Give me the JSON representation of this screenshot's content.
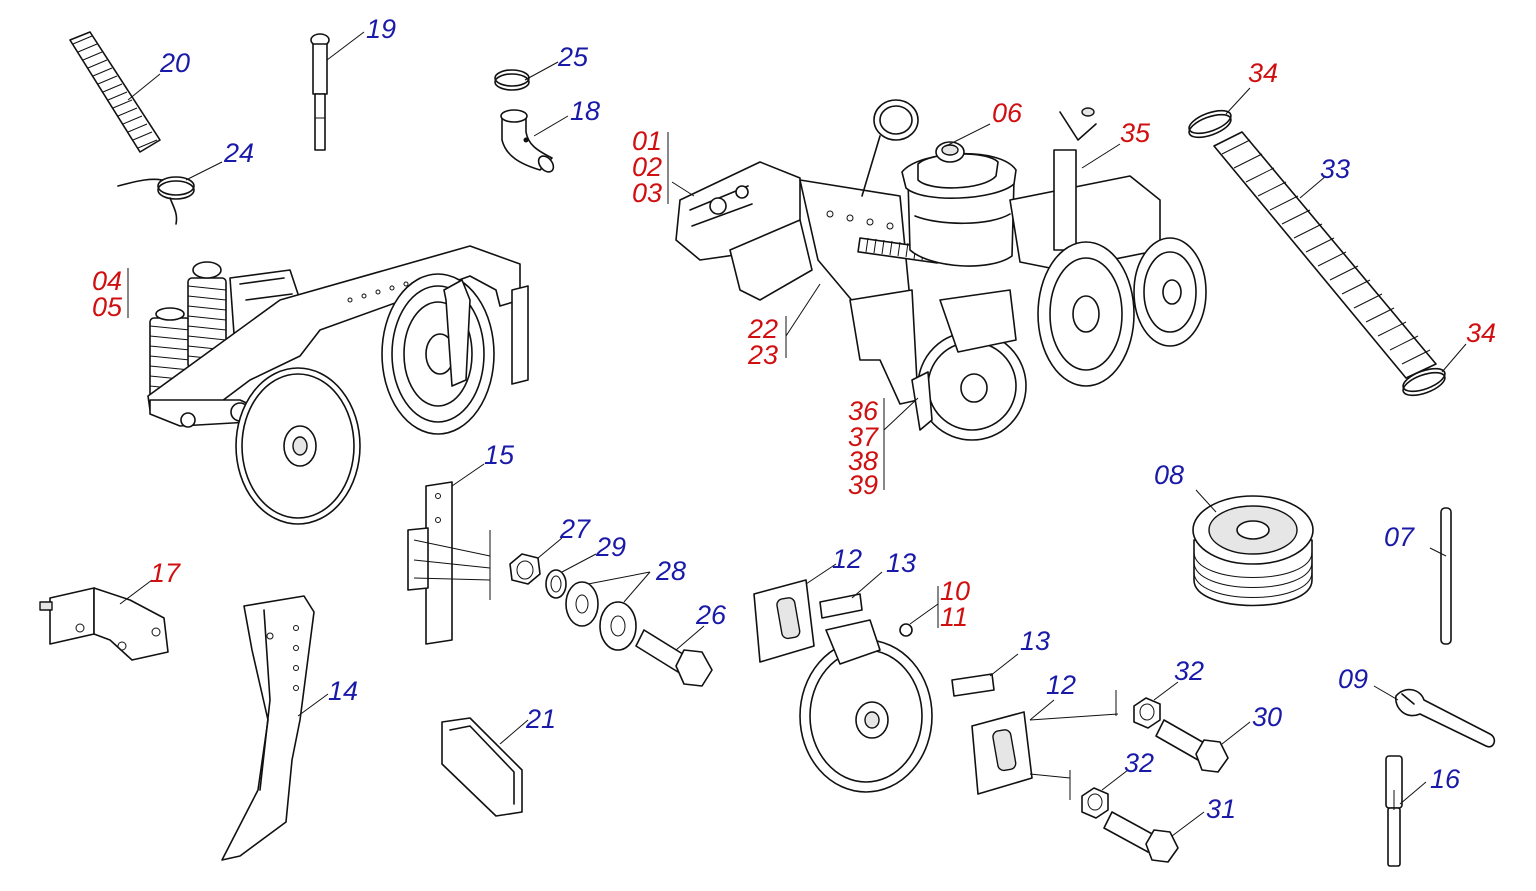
{
  "colors": {
    "standard_label": "#1a1aa8",
    "assembly_label": "#d01010",
    "line_art": "#111111",
    "background": "#ffffff"
  },
  "labels": {
    "p01": "01",
    "p02": "02",
    "p03": "03",
    "p04": "04",
    "p05": "05",
    "p06": "06",
    "p07": "07",
    "p08": "08",
    "p09": "09",
    "p10": "10",
    "p11": "11",
    "p12a": "12",
    "p12b": "12",
    "p13a": "13",
    "p13b": "13",
    "p14": "14",
    "p15": "15",
    "p16": "16",
    "p17": "17",
    "p18": "18",
    "p19": "19",
    "p20": "20",
    "p21": "21",
    "p22": "22",
    "p23": "23",
    "p24": "24",
    "p25": "25",
    "p26": "26",
    "p27": "27",
    "p28": "28",
    "p29": "29",
    "p30": "30",
    "p31": "31",
    "p32a": "32",
    "p32b": "32",
    "p33": "33",
    "p34a": "34",
    "p34b": "34",
    "p35": "35",
    "p36": "36",
    "p37": "37",
    "p38": "38",
    "p39": "39"
  }
}
